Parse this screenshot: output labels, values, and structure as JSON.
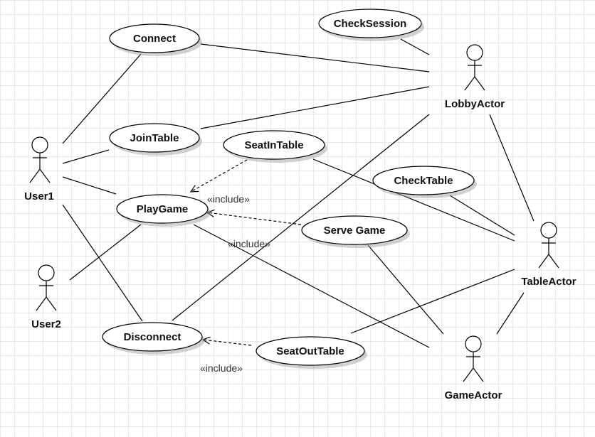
{
  "diagram": {
    "actors": {
      "user1": "User1",
      "user2": "User2",
      "lobby": "LobbyActor",
      "table": "TableActor",
      "game": "GameActor"
    },
    "use_cases": {
      "connect": "Connect",
      "check_session": "CheckSession",
      "join_table": "JoinTable",
      "seat_in_table": "SeatInTable",
      "check_table": "CheckTable",
      "play_game": "PlayGame",
      "serve_game": "Serve Game",
      "disconnect": "Disconnect",
      "seat_out_table": "SeatOutTable"
    },
    "relations": {
      "include_1": "«include»",
      "include_2": "«include»",
      "include_3": "«include»"
    }
  }
}
